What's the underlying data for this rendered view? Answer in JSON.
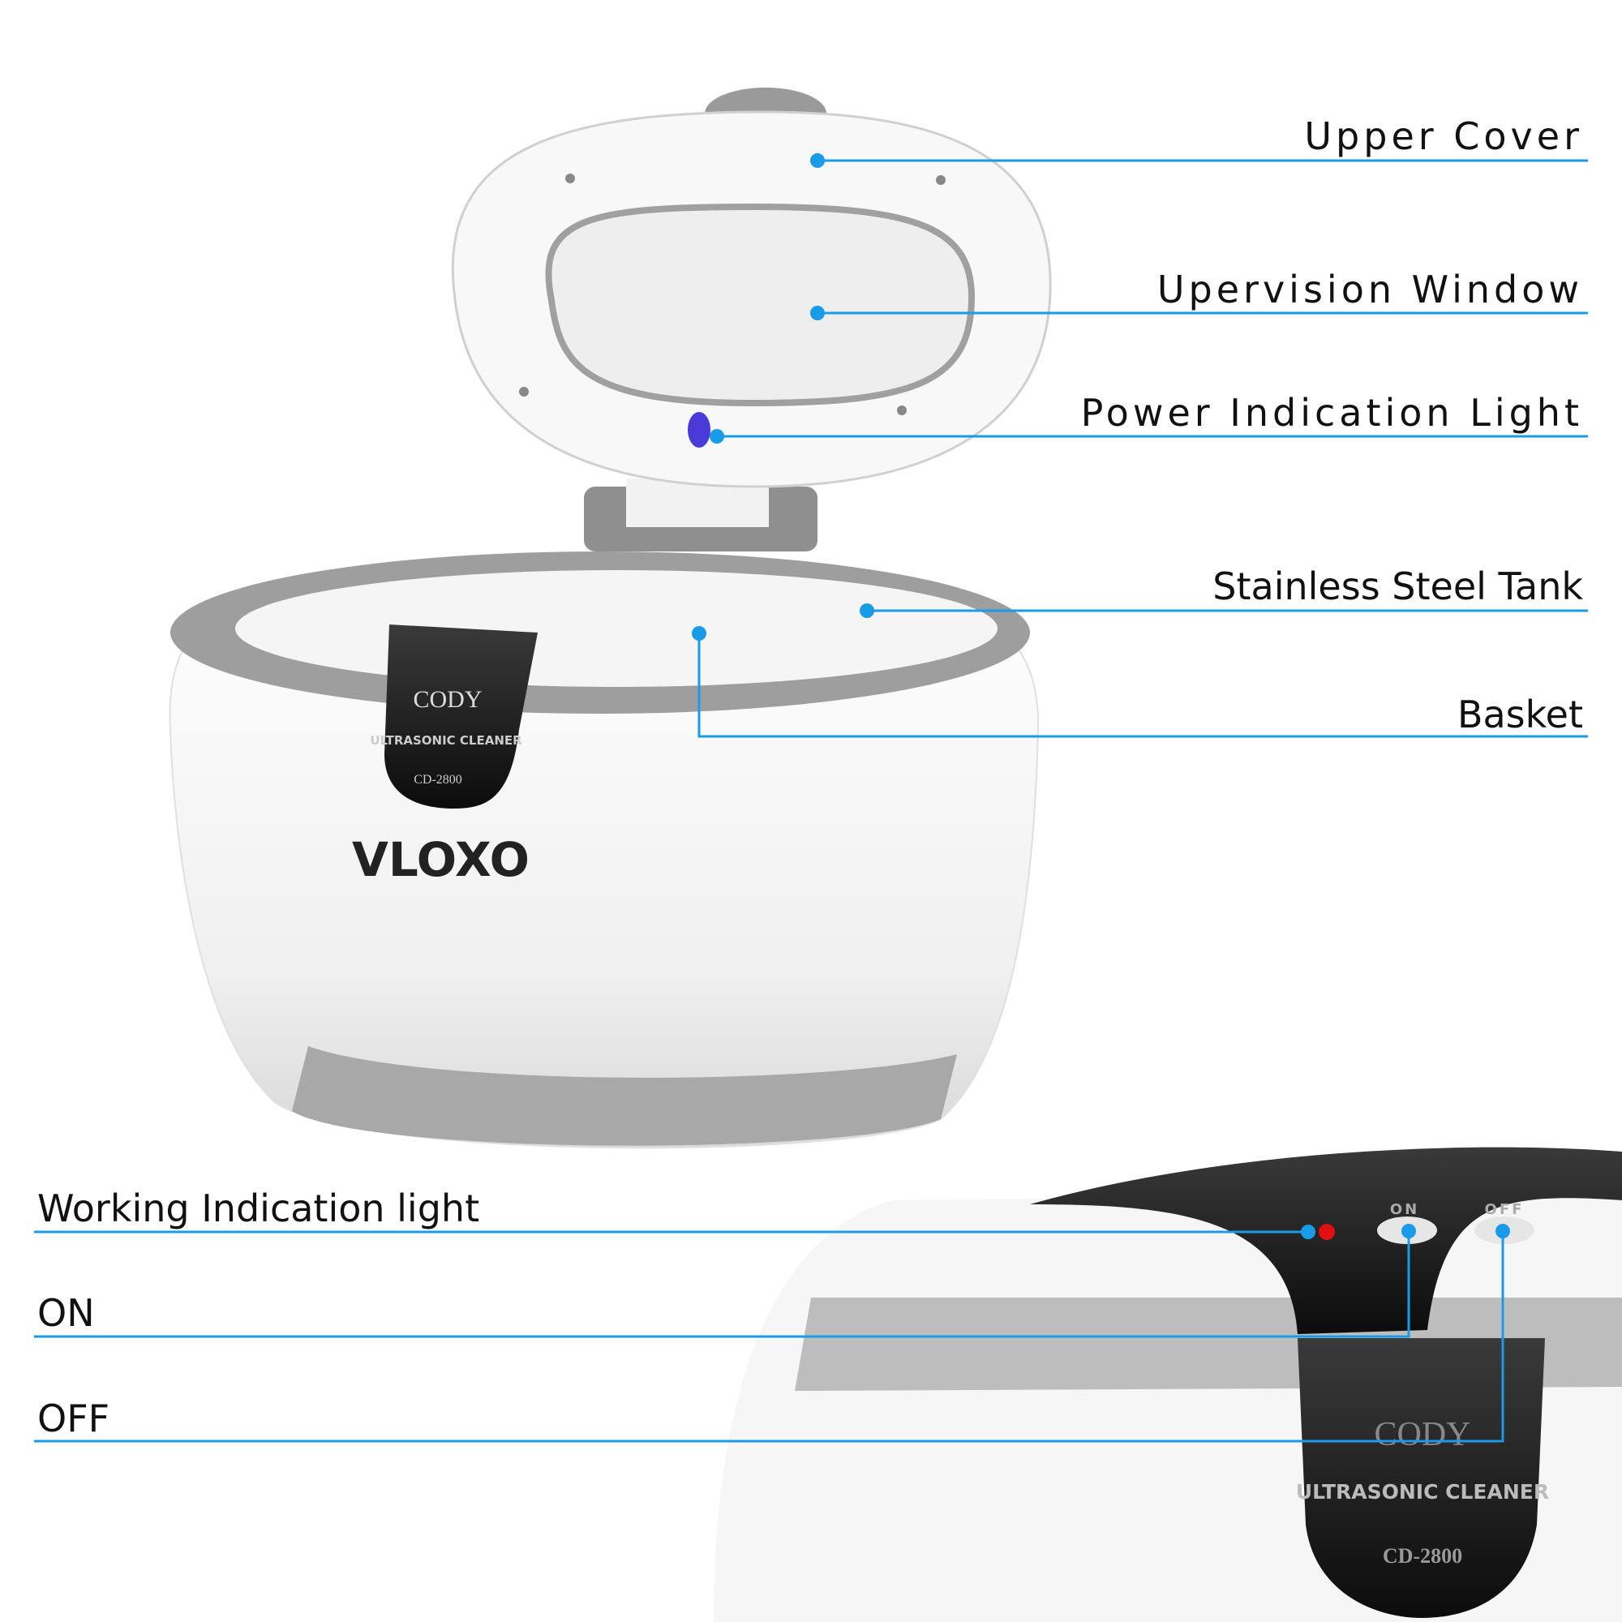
{
  "callouts": {
    "upper_cover": "Upper Cover",
    "supervision_window": "Upervision Window",
    "power_light": "Power Indication Light",
    "tank": "Stainless Steel Tank",
    "basket": "Basket",
    "working_light": "Working Indication light",
    "on": "ON",
    "off": "OFF"
  },
  "product": {
    "badge_brand": "CODY",
    "badge_type": "ULTRASONIC CLEANER",
    "badge_model": "CD-2800",
    "logo": "VLOXO",
    "button_on": "ON",
    "button_off": "OFF"
  },
  "colors": {
    "accent": "#1a9be8",
    "body": "#f4f4f4",
    "rim": "#9a9a9a",
    "panel": "#1c1c1c",
    "led": "#e01010",
    "power_led": "#4a3ad8"
  }
}
